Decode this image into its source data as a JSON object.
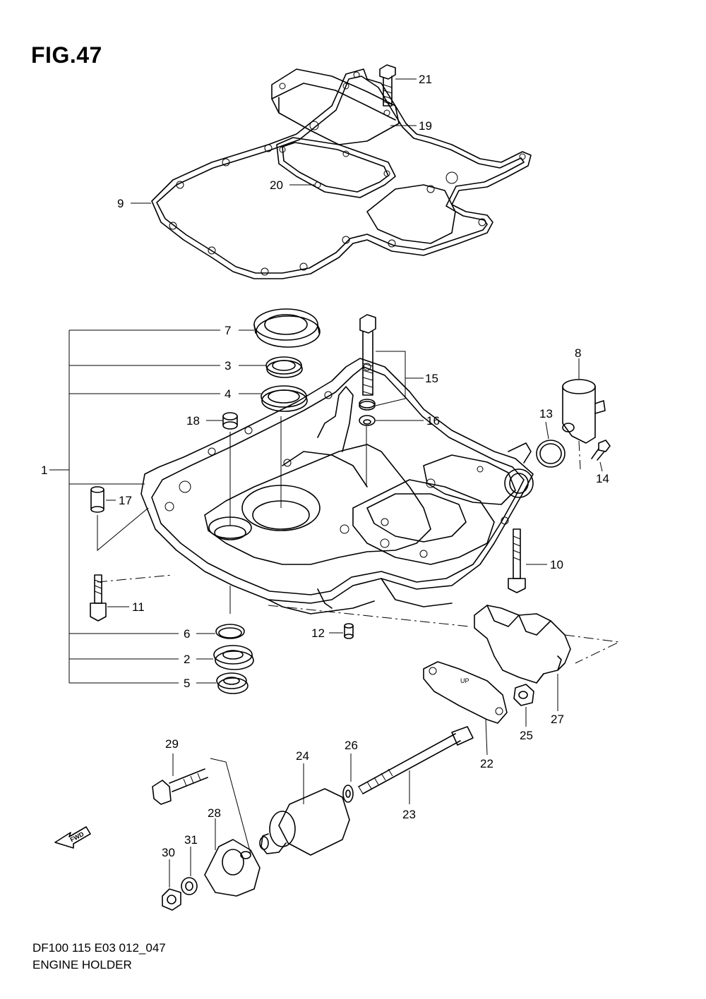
{
  "figure": {
    "title": "FIG.47"
  },
  "footer": {
    "code": "DF100 115 E03 012_047",
    "name": "ENGINE HOLDER"
  },
  "fwd_arrow": {
    "label": "FWD"
  },
  "parts": {
    "p1": "1",
    "p2": "2",
    "p3": "3",
    "p4": "4",
    "p5": "5",
    "p6": "6",
    "p7": "7",
    "p8": "8",
    "p9": "9",
    "p10": "10",
    "p11": "11",
    "p12": "12",
    "p13": "13",
    "p14": "14",
    "p15": "15",
    "p16": "16",
    "p17": "17",
    "p18": "18",
    "p19": "19",
    "p20": "20",
    "p21": "21",
    "p22": "22",
    "p23": "23",
    "p24": "24",
    "p25": "25",
    "p26": "26",
    "p27": "27",
    "p28": "28",
    "p29": "29",
    "p30": "30",
    "p31": "31"
  },
  "gasket_marking": "UP"
}
